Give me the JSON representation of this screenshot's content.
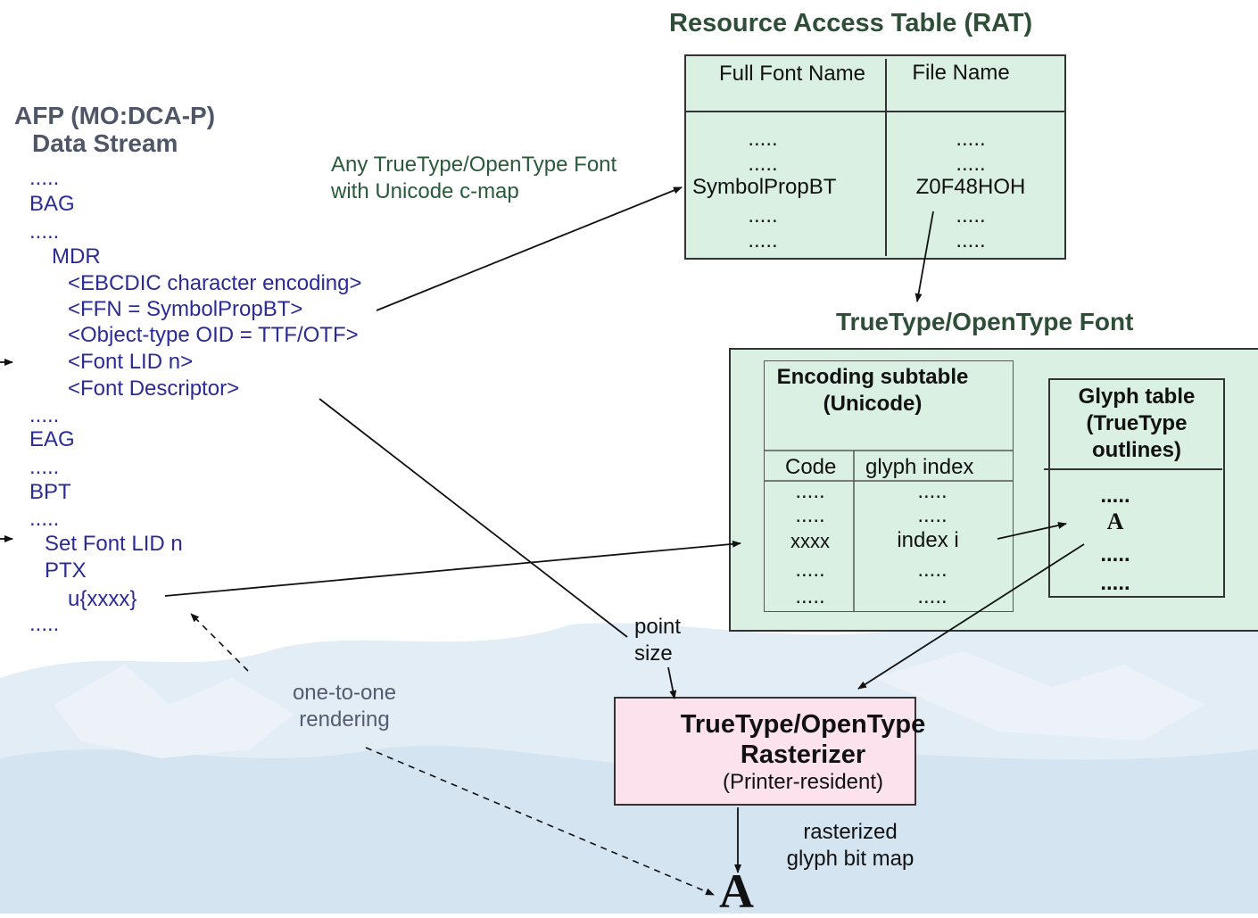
{
  "rat": {
    "title": "Resource Access Table (RAT)",
    "col1_header": "Full Font Name",
    "col2_header": "File Name",
    "rows": [
      [
        ".....",
        "....."
      ],
      [
        ".....",
        "....."
      ],
      [
        "SymbolPropBT",
        "Z0F48HOH"
      ],
      [
        ".....",
        "....."
      ],
      [
        ".....",
        "....."
      ]
    ]
  },
  "afp": {
    "title_line1": "AFP (MO:DCA-P)",
    "title_line2": "Data Stream",
    "lines": [
      ".....",
      "BAG",
      ".....",
      "MDR",
      "<EBCDIC character encoding>",
      "<FFN = SymbolPropBT>",
      "<Object-type OID = TTF/OTF>",
      "<Font LID n>",
      "<Font Descriptor>",
      ".....",
      "EAG",
      ".....",
      "BPT",
      ".....",
      "Set Font LID n",
      "PTX",
      "u{xxxx}",
      "....."
    ]
  },
  "annotation_font_note": "Any TrueType/OpenType Font with Unicode c-map",
  "ttf": {
    "title": "TrueType/OpenType Font",
    "encoding": {
      "title": "Encoding subtable (Unicode)",
      "col1_header": "Code",
      "col2_header": "glyph index",
      "rows": [
        [
          ".....",
          "....."
        ],
        [
          ".....",
          "....."
        ],
        [
          "xxxx",
          "index i"
        ],
        [
          ".....",
          "....."
        ],
        [
          ".....",
          "....."
        ]
      ]
    },
    "glyph": {
      "title": "Glyph table (TrueType outlines)",
      "rows": [
        ".....",
        "A",
        ".....",
        "....."
      ]
    }
  },
  "point_size_label": "point size",
  "one_to_one_label": "one-to-one rendering",
  "rasterizer": {
    "title": "TrueType/OpenType Rasterizer",
    "subtitle": "(Printer-resident)"
  },
  "rasterized_label": "rasterized glyph bit map",
  "output_glyph": "A",
  "colors": {
    "table_fill": "#daf0e2",
    "rasterizer_fill": "#fbe2ec",
    "afp_text": "#2b2b96",
    "ttf_title": "#2e4e38"
  }
}
